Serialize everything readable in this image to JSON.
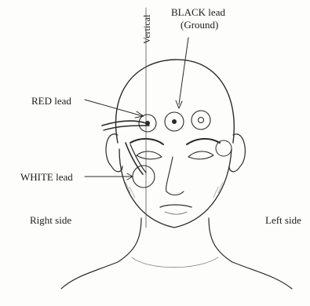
{
  "labels": {
    "vertical": "Vertical",
    "black_lead": "BLACK lead",
    "ground": "(Ground)",
    "red_lead": "RED lead",
    "white_lead": "WHITE lead",
    "right_side": "Right side",
    "left_side": "Left side"
  }
}
